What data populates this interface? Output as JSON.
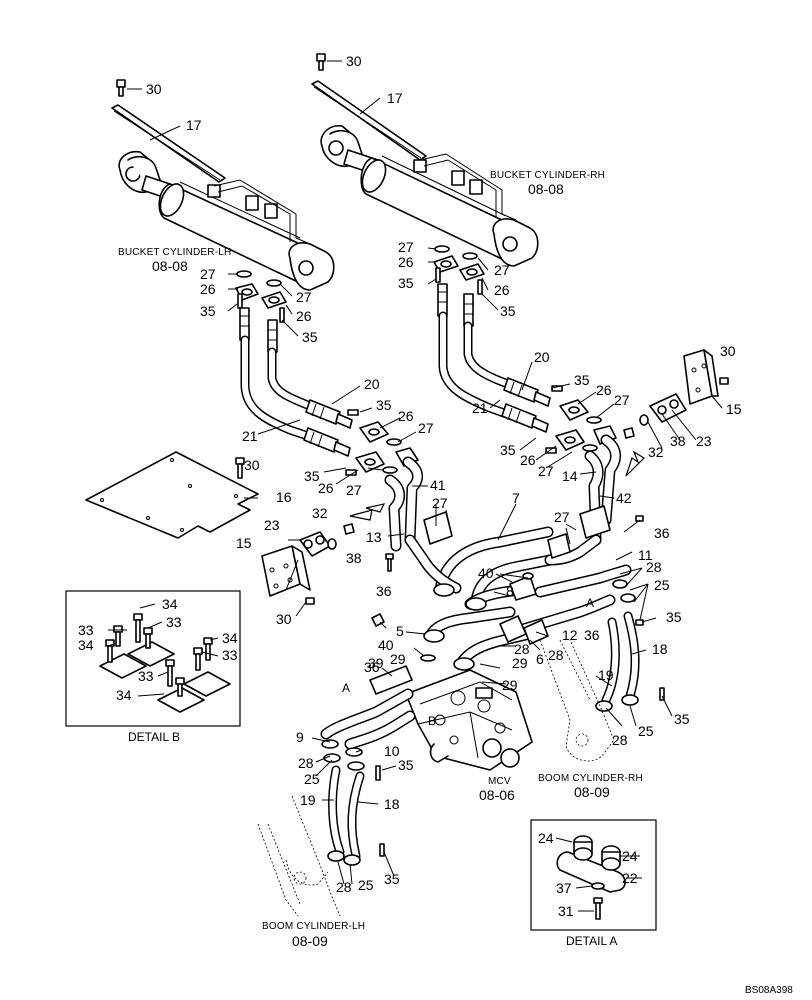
{
  "captions": {
    "bucket_lh": "BUCKET CYLINDER-LH",
    "bucket_lh_ref": "08-08",
    "bucket_rh": "BUCKET CYLINDER-RH",
    "bucket_rh_ref": "08-08",
    "mcv": "MCV",
    "mcv_ref": "08-06",
    "boom_rh": "BOOM CYLINDER-RH",
    "boom_rh_ref": "08-09",
    "boom_lh": "BOOM CYLINDER-LH",
    "boom_lh_ref": "08-09",
    "detail_a": "DETAIL A",
    "detail_b": "DETAIL B",
    "drawing_code": "BS08A398",
    "ref_a": "A",
    "ref_b": "B"
  },
  "callouts": {
    "n5": "5",
    "n6": "6",
    "n7": "7",
    "n8": "8",
    "n9": "9",
    "n10": "10",
    "n11": "11",
    "n12": "12",
    "n13": "13",
    "n14": "14",
    "n15": "15",
    "n16": "16",
    "n17": "17",
    "n18": "18",
    "n19": "19",
    "n20": "20",
    "n21": "21",
    "n22": "22",
    "n23": "23",
    "n24": "24",
    "n25": "25",
    "n26": "26",
    "n27": "27",
    "n28": "28",
    "n29": "29",
    "n30": "30",
    "n31": "31",
    "n32": "32",
    "n33": "33",
    "n34": "34",
    "n35": "35",
    "n36": "36",
    "n37": "37",
    "n38": "38",
    "n39": "39",
    "n40": "40",
    "n41": "41",
    "n42": "42"
  }
}
